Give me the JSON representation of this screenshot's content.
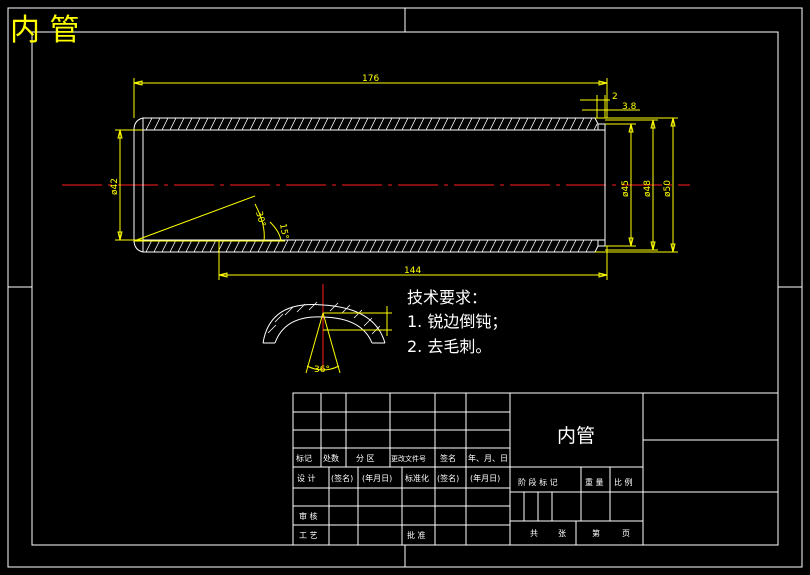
{
  "corner_title": "内 管",
  "dimensions": {
    "total_length": "176",
    "inner_length": "144",
    "chamfer_small": "2",
    "chamfer_len": "3.8",
    "d42": "ø42",
    "d45": "ø45",
    "d48": "ø48",
    "d50": "ø50",
    "angle_30": "30°",
    "angle_15": "15°",
    "angle_36": "36°"
  },
  "tech_requirements": {
    "heading": "技术要求：",
    "item1": "1. 锐边倒钝；",
    "item2": "2. 去毛刺。"
  },
  "title_block": {
    "part_name": "内管",
    "row_mark": [
      "标记",
      "处数",
      "分 区",
      "更改文件号",
      "签名",
      "年、月、日"
    ],
    "row_design": [
      "设 计",
      "(签名)",
      "(年月日)",
      "标准化",
      "(签名)",
      "(年月日)"
    ],
    "review": "审 核",
    "process": "工 艺",
    "approve": "批 准",
    "stage_labels": [
      "阶 段 标 记",
      "重 量",
      "比 例"
    ],
    "sheet_labels": [
      "共",
      "张",
      "第",
      "页"
    ]
  },
  "colors": {
    "background": "#000000",
    "lines": "#ffffff",
    "dimensions": "#ffff00",
    "centerline": "#ff2020"
  }
}
